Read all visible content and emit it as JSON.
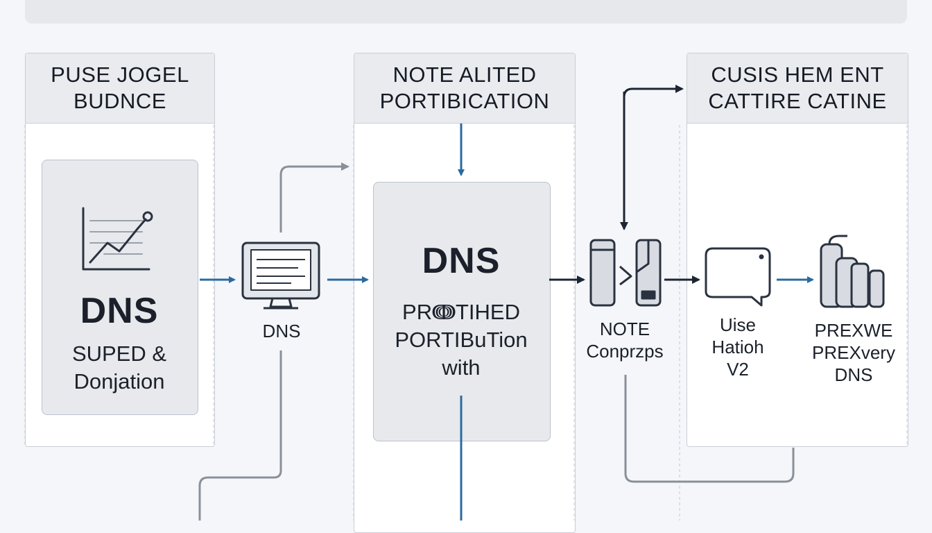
{
  "colors": {
    "background": "#f4f6f9",
    "panel_header": "#e9ebee",
    "inner_card": "#e7e9ed",
    "arrow_blue": "#2b6a9e",
    "arrow_dark": "#1c2533",
    "connector_gray": "#8a9099",
    "icon_stroke": "#2a3240"
  },
  "panels": {
    "left": {
      "header_lines": [
        "PUSE JOGEL",
        "BUDNCE"
      ]
    },
    "middle": {
      "header_lines": [
        "NOTE ALITED",
        "PORTIBICATION"
      ]
    },
    "right": {
      "header_lines": [
        "CUSIS HEM ENT",
        "CATTIRE CATINE"
      ]
    }
  },
  "left_card": {
    "icon": "line-chart-icon",
    "title": "DNS",
    "subtitle_lines": [
      "SUPED &",
      "Donjation"
    ]
  },
  "monitor_node": {
    "icon": "monitor-icon",
    "label": "DNS"
  },
  "middle_card": {
    "title": "DNS",
    "body_lines": [
      "PRↈTIHED",
      "PORTIBuTion",
      "with"
    ]
  },
  "note_node": {
    "icon": "server-switch-icon",
    "label_lines": [
      "NOTE",
      "Conprzps"
    ]
  },
  "chat_node": {
    "icon": "chat-bubble-icon",
    "label_lines": [
      "Uise",
      "Hatioh",
      "V2"
    ]
  },
  "prexwe_node": {
    "icon": "database-stack-icon",
    "label_lines": [
      "PREXWE",
      "PREXvery",
      "DNS"
    ]
  }
}
